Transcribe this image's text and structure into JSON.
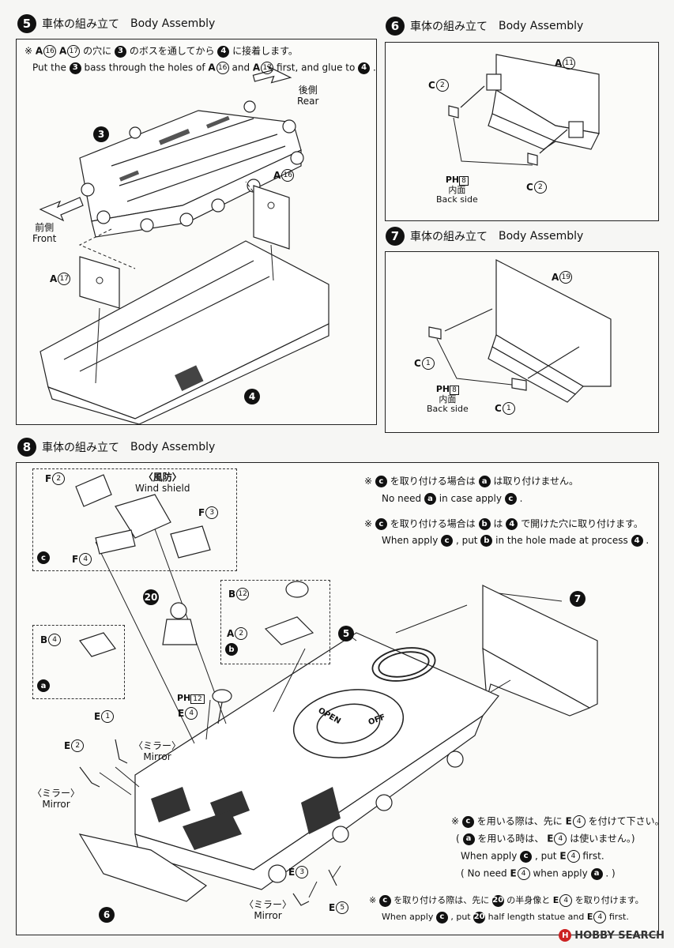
{
  "steps": [
    {
      "num": "5",
      "jp": "車体の組み立て",
      "en": "Body Assembly"
    },
    {
      "num": "6",
      "jp": "車体の組み立て",
      "en": "Body Assembly"
    },
    {
      "num": "7",
      "jp": "車体の組み立て",
      "en": "Body Assembly"
    },
    {
      "num": "8",
      "jp": "車体の組み立て",
      "en": "Body Assembly"
    }
  ],
  "step5": {
    "note_jp": [
      "※",
      "A",
      "16",
      "A",
      "17",
      "の穴に",
      "3",
      "のボスを通してから",
      "4",
      "に接着します。"
    ],
    "note_en": [
      "Put the",
      "3",
      "bass through the holes of",
      "A",
      "16",
      "and",
      "A",
      "17",
      "first, and glue to",
      "4",
      "."
    ],
    "rear_jp": "後側",
    "rear_en": "Rear",
    "front_jp": "前側",
    "front_en": "Front",
    "parts": {
      "p3": "3",
      "a16_l": "A",
      "a16_n": "16",
      "a17_l": "A",
      "a17_n": "17",
      "p4": "4"
    }
  },
  "step6": {
    "a11_l": "A",
    "a11_n": "11",
    "c2a_l": "C",
    "c2a_n": "2",
    "c2b_l": "C",
    "c2b_n": "2",
    "ph": "PH",
    "ph_n": "8",
    "back_jp": "内面",
    "back_en": "Back side"
  },
  "step7": {
    "a19_l": "A",
    "a19_n": "19",
    "c1a_l": "C",
    "c1a_n": "1",
    "c1b_l": "C",
    "c1b_n": "1",
    "ph": "PH",
    "ph_n": "8",
    "back_jp": "内面",
    "back_en": "Back side"
  },
  "step8": {
    "wind_jp": "〈風防〉",
    "wind_en": "Wind shield",
    "f2_l": "F",
    "f2_n": "2",
    "f3_l": "F",
    "f3_n": "3",
    "f4_l": "F",
    "f4_n": "4",
    "c_mark": "c",
    "a_mark": "a",
    "b_mark": "b",
    "b4_l": "B",
    "b4_n": "4",
    "b12_l": "B",
    "b12_n": "12",
    "a2_l": "A",
    "a2_n": "2",
    "p20": "20",
    "p5": "5",
    "p7": "7",
    "p6": "6",
    "ph12": "PH",
    "ph12_n": "12",
    "e4_l": "E",
    "e4_n": "4",
    "e1_l": "E",
    "e1_n": "1",
    "e2_l": "E",
    "e2_n": "2",
    "e3_l": "E",
    "e3_n": "3",
    "e5_l": "E",
    "e5_n": "5",
    "mirror_jp": "〈ミラー〉",
    "mirror_en": "Mirror",
    "notes": {
      "n1_jp": [
        "※",
        "c",
        "を取り付ける場合は",
        "a",
        "は取り付けません。"
      ],
      "n1_en": [
        "No need",
        "a",
        "in case apply",
        "c",
        "."
      ],
      "n2_jp": [
        "※",
        "c",
        "を取り付ける場合は",
        "b",
        "は",
        "4",
        "で開けた穴に取り付けます。"
      ],
      "n2_en": [
        "When apply",
        "c",
        ", put",
        "b",
        "in the hole made at process",
        "4",
        "."
      ],
      "n3_jp": [
        "※",
        "c",
        "を用いる際は、先に",
        "E",
        "4",
        "を付けて下さい。"
      ],
      "n3_jp2": [
        "(",
        "a",
        "を用いる時は、",
        "E",
        "4",
        "は使いません。)"
      ],
      "n3_en": [
        "When apply",
        "c",
        ", put",
        "E",
        "4",
        "first."
      ],
      "n3_en2": [
        "( No need",
        "E",
        "4",
        "when apply",
        "a",
        ". )"
      ],
      "n4_jp": [
        "※",
        "c",
        "を取り付ける際は、先に",
        "20",
        "の半身像と",
        "E",
        "4",
        "を取り付けます。"
      ],
      "n4_en": [
        "When apply",
        "c",
        ", put",
        "20",
        "half length statue and",
        "E",
        "4",
        "first."
      ]
    },
    "hatch_text_1": "OPEN",
    "hatch_text_2": "OFF"
  },
  "watermark": {
    "icon": "H",
    "text": "HOBBY SEARCH"
  }
}
